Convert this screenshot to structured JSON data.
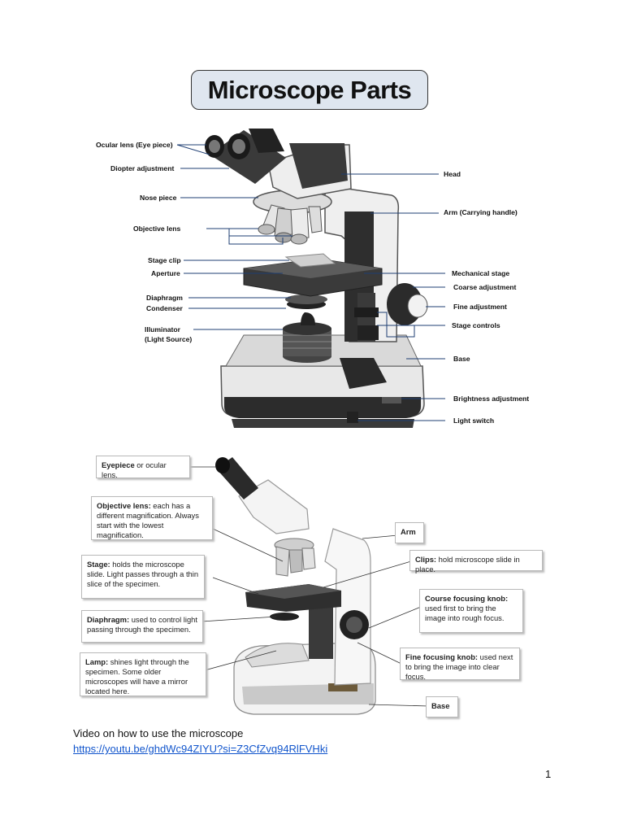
{
  "title": "Microscope Parts",
  "diagram1": {
    "left_labels": {
      "ocular": "Ocular lens (Eye piece)",
      "diopter": "Diopter adjustment",
      "nosepiece": "Nose piece",
      "objective": "Objective lens",
      "stage_clip": "Stage clip",
      "aperture": "Aperture",
      "diaphragm": "Diaphragm",
      "condenser": "Condenser",
      "illuminator_1": "Illuminator",
      "illuminator_2": "(Light Source)"
    },
    "right_labels": {
      "head": "Head",
      "arm": "Arm (Carrying handle)",
      "mech_stage": "Mechanical stage",
      "coarse": "Coarse adjustment",
      "fine": "Fine adjustment",
      "stage_controls": "Stage controls",
      "base": "Base",
      "brightness": "Brightness adjustment",
      "switch": "Light switch"
    }
  },
  "diagram2": {
    "eyepiece": {
      "bold": "Eyepiece",
      "rest": " or ocular lens."
    },
    "objective": {
      "bold": "Objective lens:",
      "rest": " each has a different magnification. Always start with the lowest magnification."
    },
    "stage": {
      "bold": "Stage:",
      "rest": " holds the microscope slide. Light passes through a thin slice of the specimen."
    },
    "diaphragm": {
      "bold": "Diaphragm:",
      "rest": " used to control light passing through the specimen."
    },
    "lamp": {
      "bold": "Lamp:",
      "rest": " shines light through the specimen. Some older microscopes will have a mirror located here."
    },
    "arm": {
      "bold": "Arm",
      "rest": ""
    },
    "clips": {
      "bold": "Clips:",
      "rest": " hold microscope slide in place."
    },
    "course": {
      "bold": "Course focusing knob:",
      "rest": " used first to bring the image into rough focus."
    },
    "fine": {
      "bold": "Fine focusing knob:",
      "rest": " used next to bring the image into clear focus."
    },
    "base": {
      "bold": "Base",
      "rest": ""
    }
  },
  "footer": {
    "video_text": "Video on how to use the microscope",
    "link": "https://youtu.be/ghdWc94ZIYU?si=Z3CfZvq94RlFVHki",
    "page_number": "1"
  },
  "colors": {
    "leader": "#1f3f73",
    "title_bg": "#dfe6ef",
    "link": "#1155cc"
  }
}
